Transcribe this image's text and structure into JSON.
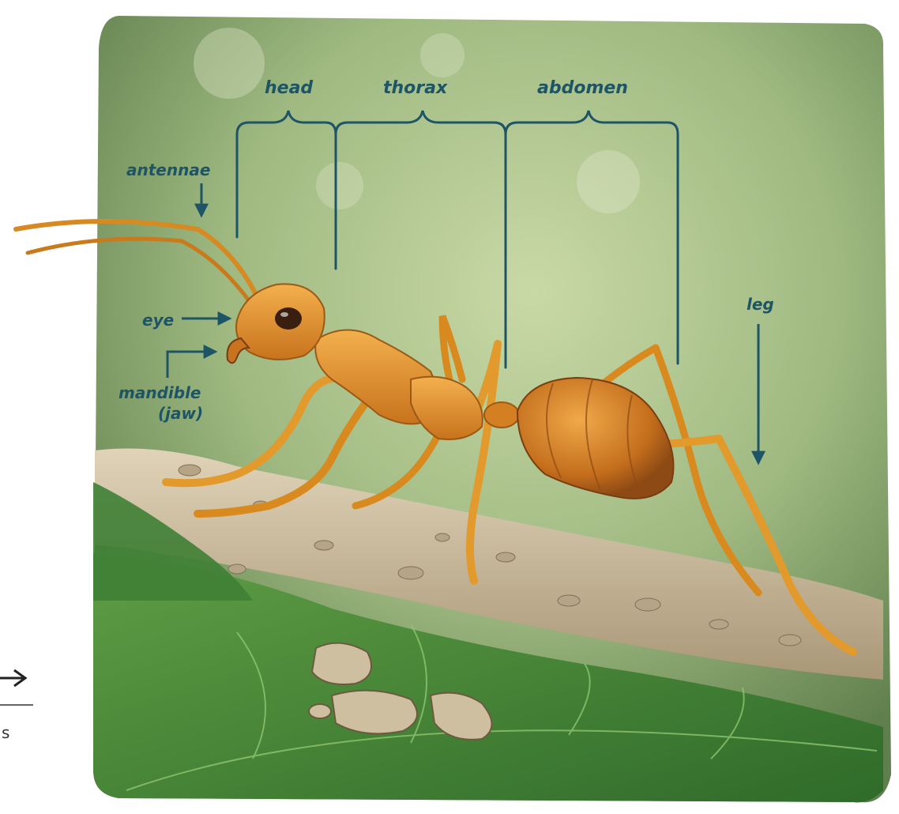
{
  "labels": {
    "head": "head",
    "thorax": "thorax",
    "abdomen": "abdomen",
    "antennae": "antennae",
    "eye": "eye",
    "mandible": "mandible",
    "mandible_note": "(jaw)",
    "leg": "leg"
  },
  "margin_fragment": {
    "text": "s"
  },
  "colors": {
    "annotation": "#1e5566",
    "background_green": "#8fae6c",
    "ant_orange": "#d98a1f",
    "leaf_green": "#4f8b3a",
    "soil": "#c9b89a"
  }
}
